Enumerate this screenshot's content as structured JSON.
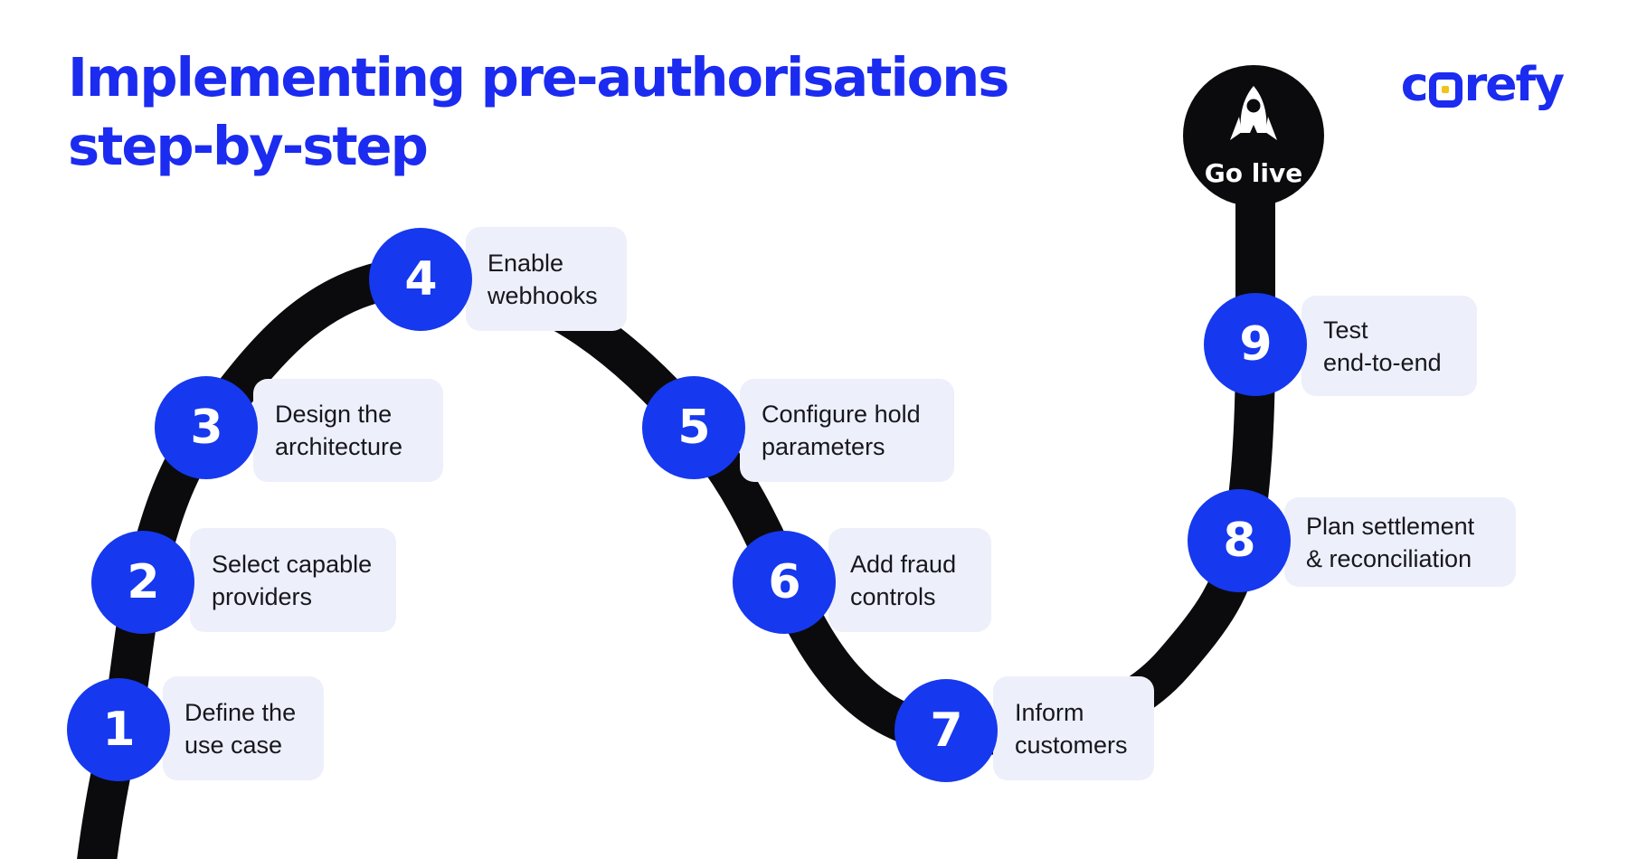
{
  "title": {
    "line1": "Implementing pre-authorisations",
    "line2": "step-by-step"
  },
  "logo": {
    "name": "corefy",
    "pre": "c",
    "post": "refy"
  },
  "go_live": {
    "label": "Go live",
    "icon": "rocket-icon"
  },
  "steps": [
    {
      "number": "1",
      "label_line1": "Define the",
      "label_line2": "use case"
    },
    {
      "number": "2",
      "label_line1": "Select capable",
      "label_line2": "providers"
    },
    {
      "number": "3",
      "label_line1": "Design the",
      "label_line2": "architecture"
    },
    {
      "number": "4",
      "label_line1": "Enable",
      "label_line2": "webhooks"
    },
    {
      "number": "5",
      "label_line1": "Configure hold",
      "label_line2": "parameters"
    },
    {
      "number": "6",
      "label_line1": "Add fraud",
      "label_line2": "controls"
    },
    {
      "number": "7",
      "label_line1": "Inform",
      "label_line2": "customers"
    },
    {
      "number": "8",
      "label_line1": "Plan settlement",
      "label_line2": "& reconciliation"
    },
    {
      "number": "9",
      "label_line1": "Test",
      "label_line2": "end-to-end"
    }
  ],
  "colors": {
    "accent_blue": "#1b2bf0",
    "circle_blue": "#1638ee",
    "path_black": "#0b0b0d",
    "label_box_bg": "#edeffb",
    "label_text": "#17171c",
    "logo_dot_yellow": "#f0c419"
  }
}
